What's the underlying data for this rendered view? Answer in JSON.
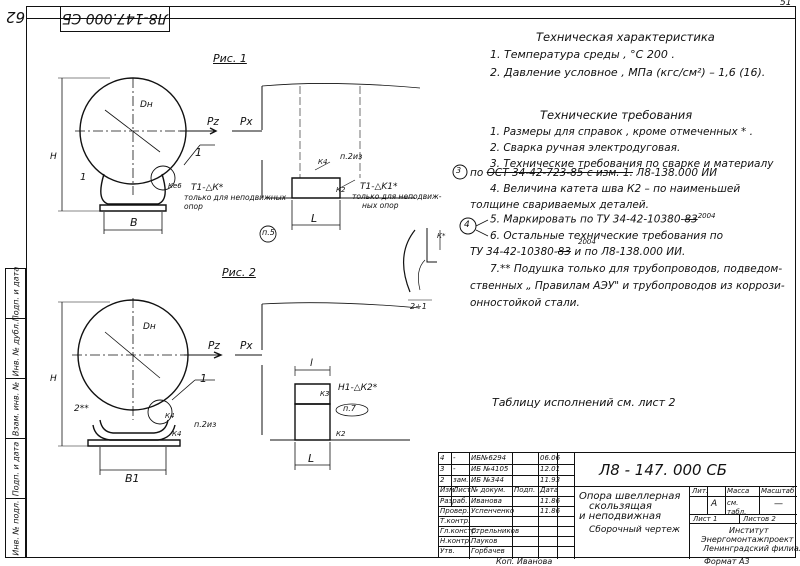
{
  "sheet": {
    "page_corner": "51",
    "rotated_designation": "Л8-147.000 СБ",
    "rotated_page": "62"
  },
  "figures": {
    "fig1_label": "Рис. 1",
    "fig2_label": "Рис. 2",
    "labels": {
      "dn": "Dн",
      "pz": "Pz",
      "px": "Px",
      "h": "H",
      "b": "B",
      "b1": "B1",
      "l": "L",
      "l_small": "l",
      "one": "1",
      "one_a": "1",
      "two_star": "2**",
      "seam_e6": "Кe6",
      "seam_k4": "К4",
      "seam_k2": "К2",
      "weld_p2": "п.2из",
      "weld_t1": "Т1-△К*",
      "weld_t1k": "Т1-△K1*",
      "only_fixed": "только для неподвижных",
      "supports": "опор",
      "only_fixed_b": "только для неподвиж-",
      "supports_b": "ных опор",
      "circle_p5": "п.5",
      "k_star": "К*",
      "two_ratio": "2÷1",
      "seam_k4b": "К4",
      "seam_k4c": "К4",
      "seam_k3": "К3",
      "seam_k2b": "К2",
      "weld_n1": "Н1-△К2*",
      "p7": "п.7",
      "weld_p2b": "п.2из"
    }
  },
  "tech_char": {
    "title": "Техническая характеристика",
    "line1": "1. Температура среды , °С   200 .",
    "line2": "2. Давление условное , МПа (кгс/см²) – 1,6 (16)."
  },
  "tech_req": {
    "title": "Технические требования",
    "r1": "1. Размеры для справок , кроме отмеченных * .",
    "r2": "2. Сварка ручная электродуговая.",
    "r3": "3. Технические требования по сварке и материалу",
    "r3b_pre": "по",
    "r3b_strike": "ОСТ 34-42-723-85 с изм. 1.",
    "r3b_post": "Л8-138.000 ИИ",
    "r3_mark": "3",
    "r4": "4. Величина катета шва К2 – по наименьшей",
    "r4b": "толщине свариваемых деталей.",
    "r4_mark": "4",
    "r5": "5. Маркировать по ТУ 34-42-10380-",
    "r5_strike": "83",
    "r5_sup": "2004",
    "r6": "6. Остальные технические требования по",
    "r6b": "ТУ 34-42-10380-",
    "r6b_strike": "83",
    "r6b_post": "и по Л8-138.000 ИИ.",
    "r6_sup": "2004",
    "r7": "7.** Подушка только для трубопроводов, подведом-",
    "r7b": "ственных „ Правилам АЭУ\" и трубопроводов из коррози-",
    "r7c": "онностойкой стали."
  },
  "note": "Таблицу исполнений  см. лист 2",
  "title_block": {
    "designation": "Л8 - 147. 000 СБ",
    "name1": "Опора швеллерная",
    "name2": "скользящая",
    "name3": "и неподвижная",
    "name4": "Сборочный чертеж",
    "lit": "Лит.",
    "mass": "Масса",
    "scale": "Масштаб",
    "lit_a": "А",
    "mass_val": "см. табл.",
    "scale_val": "—",
    "sheet": "Лист 1",
    "sheets": "Листов 2",
    "org1": "Институт",
    "org2": "Энергомонтажпроект",
    "org3": "Ленинградский филиал",
    "copied": "Коп. Иванова",
    "format": "Формат А3",
    "rows": [
      {
        "a": "4",
        "b": "-",
        "c": "ИБ№6294",
        "d": "",
        "e": "06.06"
      },
      {
        "a": "3",
        "b": "-",
        "c": "ИБ №4105",
        "d": "",
        "e": "12.01"
      },
      {
        "a": "2",
        "b": "зам.",
        "c": "ИБ №344",
        "d": "",
        "e": "11.93"
      },
      {
        "a": "Изм.",
        "b": "Лист",
        "c": "№ докум.",
        "d": "Подп.",
        "e": "Дата"
      },
      {
        "a": "Разраб.",
        "b": "",
        "c": "Иванова",
        "d": "",
        "e": "11.86"
      },
      {
        "a": "Провер.",
        "b": "",
        "c": "Успенченко",
        "d": "",
        "e": "11.86"
      },
      {
        "a": "Т.контр.",
        "b": "",
        "c": "",
        "d": "",
        "e": ""
      },
      {
        "a": "Гл.констр.",
        "b": "",
        "c": "Стрельников",
        "d": "",
        "e": ""
      },
      {
        "a": "Н.контр.",
        "b": "",
        "c": "Пауков",
        "d": "",
        "e": ""
      },
      {
        "a": "Утв.",
        "b": "",
        "c": "Горбачев",
        "d": "",
        "e": ""
      }
    ]
  },
  "side_strip": [
    "Инв. № подл.",
    "Подп. и дата",
    "Взам. инв. №",
    "Инв. № дубл.",
    "Подп. и дата"
  ]
}
